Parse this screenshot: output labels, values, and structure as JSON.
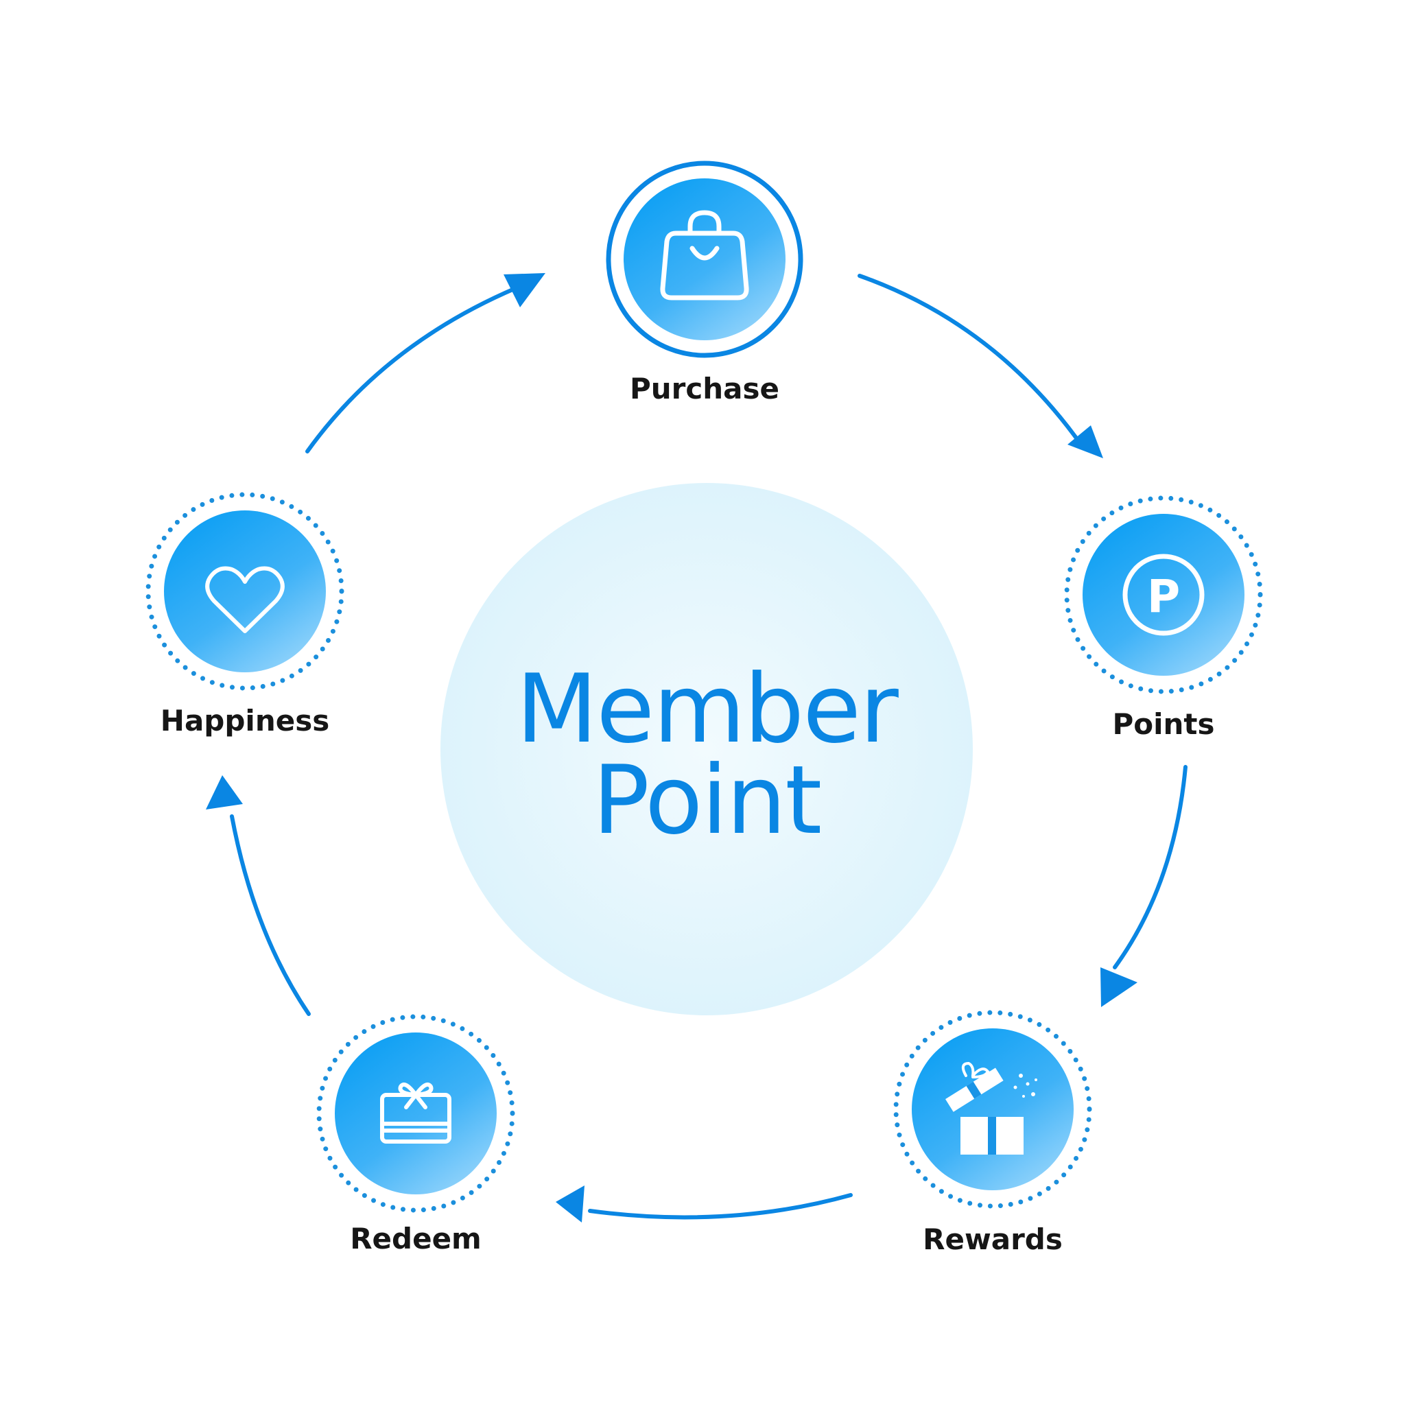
{
  "center": {
    "line1": "Member",
    "line2": "Point"
  },
  "steps": [
    {
      "label": "Purchase",
      "icon": "shopping-bag-icon"
    },
    {
      "label": "Points",
      "icon": "points-coin-icon"
    },
    {
      "label": "Rewards",
      "icon": "open-gift-box-icon"
    },
    {
      "label": "Redeem",
      "icon": "gift-card-icon"
    },
    {
      "label": "Happiness",
      "icon": "heart-icon"
    }
  ],
  "colors": {
    "accent": "#0a86e3",
    "node_fill_top": "#17a0f2",
    "node_fill_bottom": "#7ccbfb",
    "center_fill": "#e6f6fd",
    "label": "#161616"
  }
}
